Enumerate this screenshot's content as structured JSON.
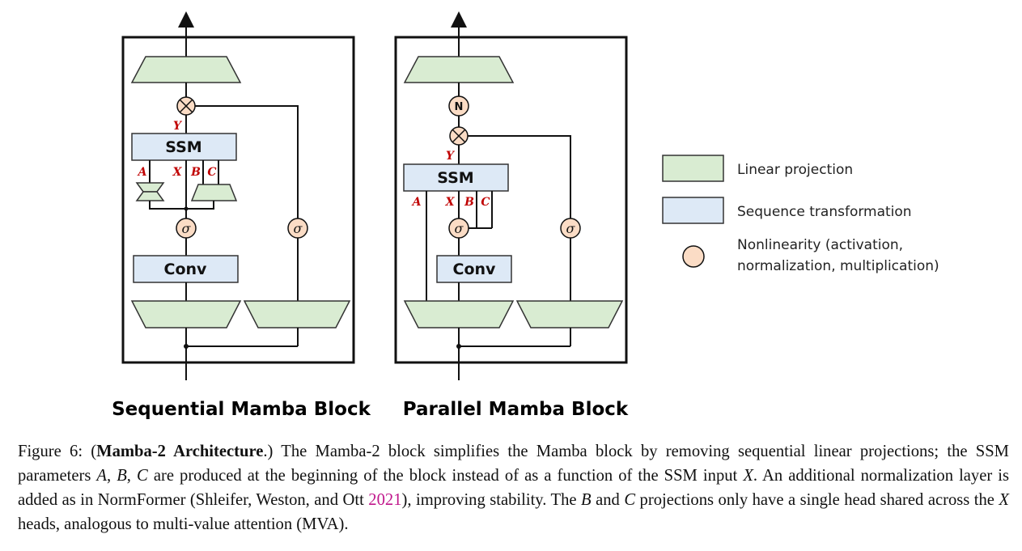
{
  "colors": {
    "linear_fill": "#d9ecd2",
    "seq_fill": "#dde9f6",
    "nonlin_fill": "#fbdcc5",
    "var_red": "#c00000",
    "cite_pink": "#c0168b"
  },
  "sequential": {
    "title": "Sequential Mamba Block",
    "ssm_label": "SSM",
    "conv_label": "Conv",
    "sigma1": "σ",
    "sigma2": "σ",
    "var_y": "Y",
    "var_a": "A",
    "var_x": "X",
    "var_b": "B",
    "var_c": "C"
  },
  "parallel": {
    "title": "Parallel Mamba Block",
    "ssm_label": "SSM",
    "conv_label": "Conv",
    "norm_label": "N",
    "sigma1": "σ",
    "sigma2": "σ",
    "var_y": "Y",
    "var_a": "A",
    "var_x": "X",
    "var_b": "B",
    "var_c": "C"
  },
  "legend": {
    "linear": "Linear projection",
    "sequence": "Sequence transformation",
    "nonlin_line1": "Nonlinearity (activation,",
    "nonlin_line2": "normalization, multiplication)"
  },
  "caption": {
    "prefix": "Figure 6: (",
    "bold": "Mamba-2 Architecture",
    "t1": ".) The Mamba-2 block simplifies the Mamba block by removing sequential linear projections; the SSM parameters ",
    "v_a": "A",
    "comma1": ", ",
    "v_b": "B",
    "comma2": ", ",
    "v_c": "C",
    "t2": " are produced at the beginning of the block instead of as a function of the SSM input ",
    "v_x": "X",
    "t3": ". An additional normalization layer is added as in NormFormer (Shleifer, Weston, and Ott ",
    "cite_year": "2021",
    "t4": "), improving stability. The ",
    "v_b2": "B",
    "and": " and ",
    "v_c2": "C",
    "t5": " projections only have a single head shared across the ",
    "v_x2": "X",
    "t6": " heads, analogous to multi-value attention (MVA)."
  }
}
